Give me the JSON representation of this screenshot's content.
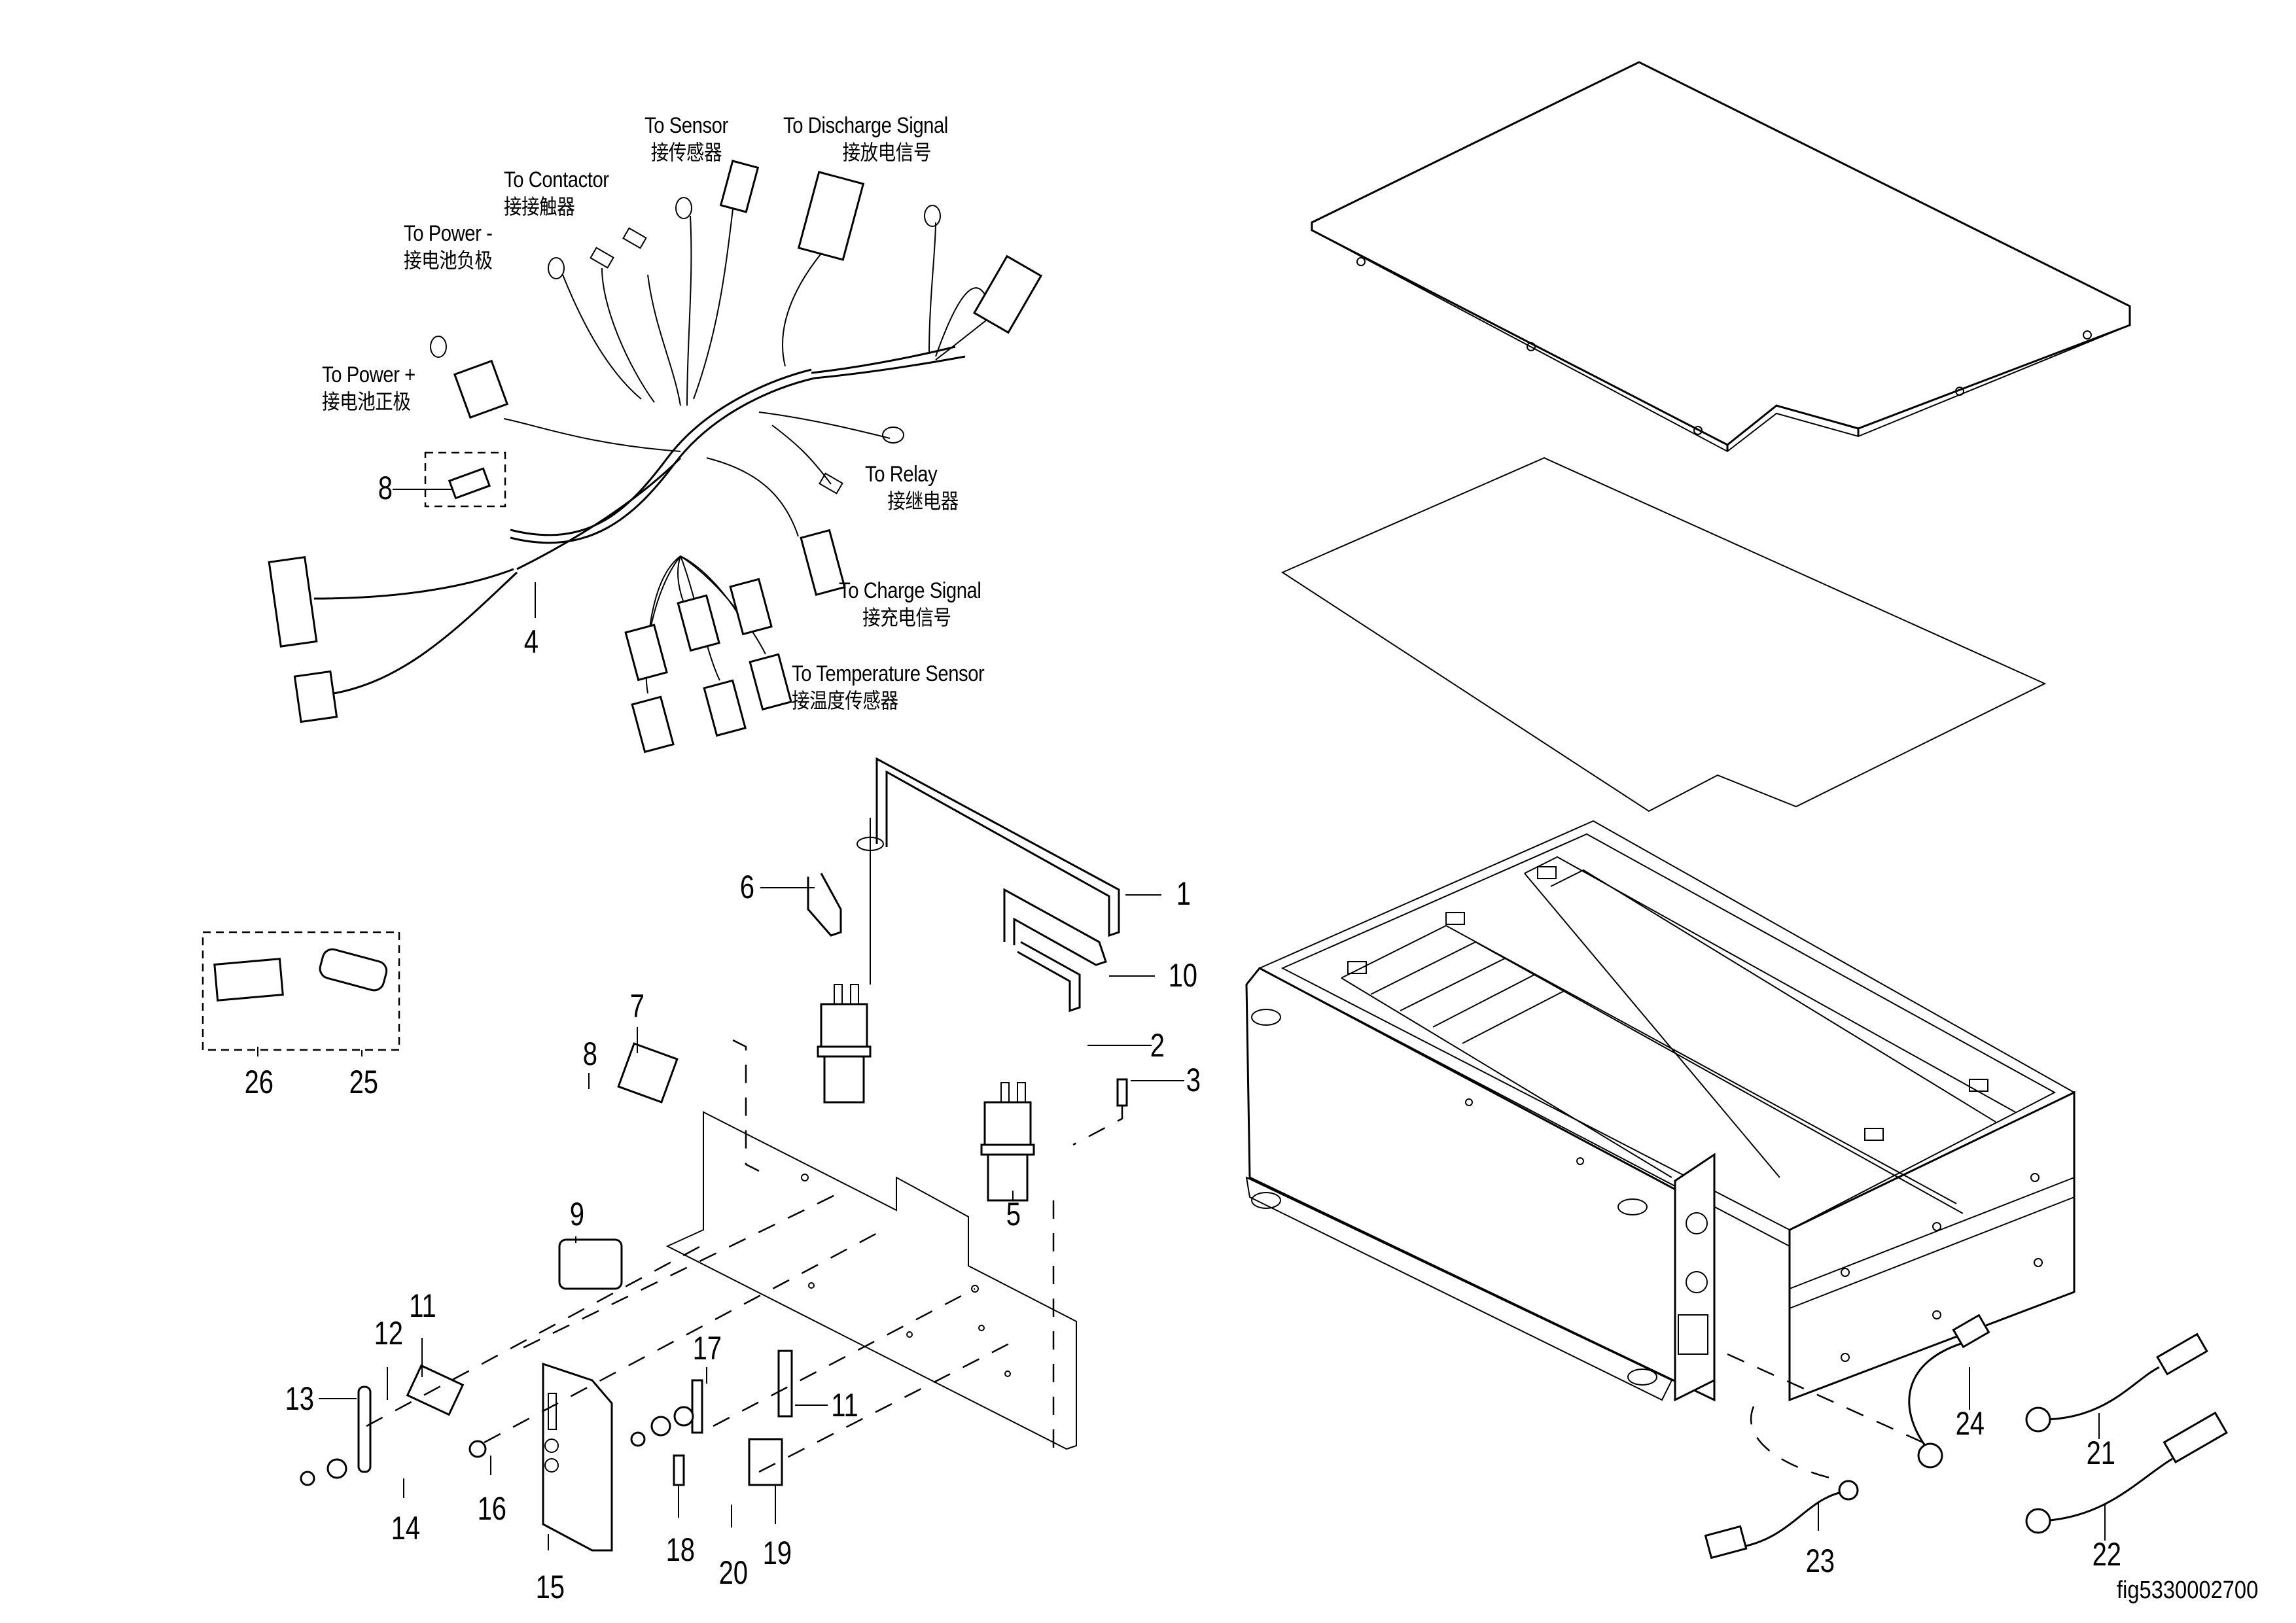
{
  "figure_id": "fig5330002700",
  "connector_labels": [
    {
      "en": "To Sensor",
      "cn": "接传感器"
    },
    {
      "en": "To Discharge Signal",
      "cn": "接放电信号"
    },
    {
      "en": "To Contactor",
      "cn": "接接触器"
    },
    {
      "en": "To Power -",
      "cn": "接电池负极"
    },
    {
      "en": "To Power +",
      "cn": "接电池正极"
    },
    {
      "en": "To Relay",
      "cn": "接继电器"
    },
    {
      "en": "To Charge Signal",
      "cn": "接充电信号"
    },
    {
      "en": "To Temperature Sensor",
      "cn": "接温度传感器"
    }
  ],
  "part_callouts": [
    {
      "id": "p8a",
      "number": "8",
      "part": "fuse (harness)"
    },
    {
      "id": "p4",
      "number": "4",
      "part": "wiring harness"
    },
    {
      "id": "p6",
      "number": "6",
      "part": "bracket"
    },
    {
      "id": "p1",
      "number": "1",
      "part": "busbar"
    },
    {
      "id": "p10",
      "number": "10",
      "part": "busbar"
    },
    {
      "id": "p7",
      "number": "7",
      "part": "fuse holder"
    },
    {
      "id": "p8b",
      "number": "8",
      "part": "screw"
    },
    {
      "id": "p2",
      "number": "2",
      "part": "busbar"
    },
    {
      "id": "p3",
      "number": "3",
      "part": "bolt"
    },
    {
      "id": "p5",
      "number": "5",
      "part": "contactor"
    },
    {
      "id": "p26",
      "number": "26",
      "part": "module"
    },
    {
      "id": "p25",
      "number": "25",
      "part": "cover"
    },
    {
      "id": "p9",
      "number": "9",
      "part": "sensor"
    },
    {
      "id": "p11a",
      "number": "11",
      "part": "fuse holder"
    },
    {
      "id": "p12",
      "number": "12",
      "part": "fuse"
    },
    {
      "id": "p13",
      "number": "13",
      "part": "busbar"
    },
    {
      "id": "p17",
      "number": "17",
      "part": "fuse"
    },
    {
      "id": "p11b",
      "number": "11",
      "part": "fuse holder"
    },
    {
      "id": "p14",
      "number": "14",
      "part": "screw"
    },
    {
      "id": "p16",
      "number": "16",
      "part": "screw"
    },
    {
      "id": "p15",
      "number": "15",
      "part": "controller board"
    },
    {
      "id": "p18",
      "number": "18",
      "part": "bracket"
    },
    {
      "id": "p20",
      "number": "20",
      "part": "screw"
    },
    {
      "id": "p19",
      "number": "19",
      "part": "relay"
    },
    {
      "id": "p24",
      "number": "24",
      "part": "cable"
    },
    {
      "id": "p21",
      "number": "21",
      "part": "cable"
    },
    {
      "id": "p22",
      "number": "22",
      "part": "cable"
    },
    {
      "id": "p23",
      "number": "23",
      "part": "cable"
    }
  ]
}
